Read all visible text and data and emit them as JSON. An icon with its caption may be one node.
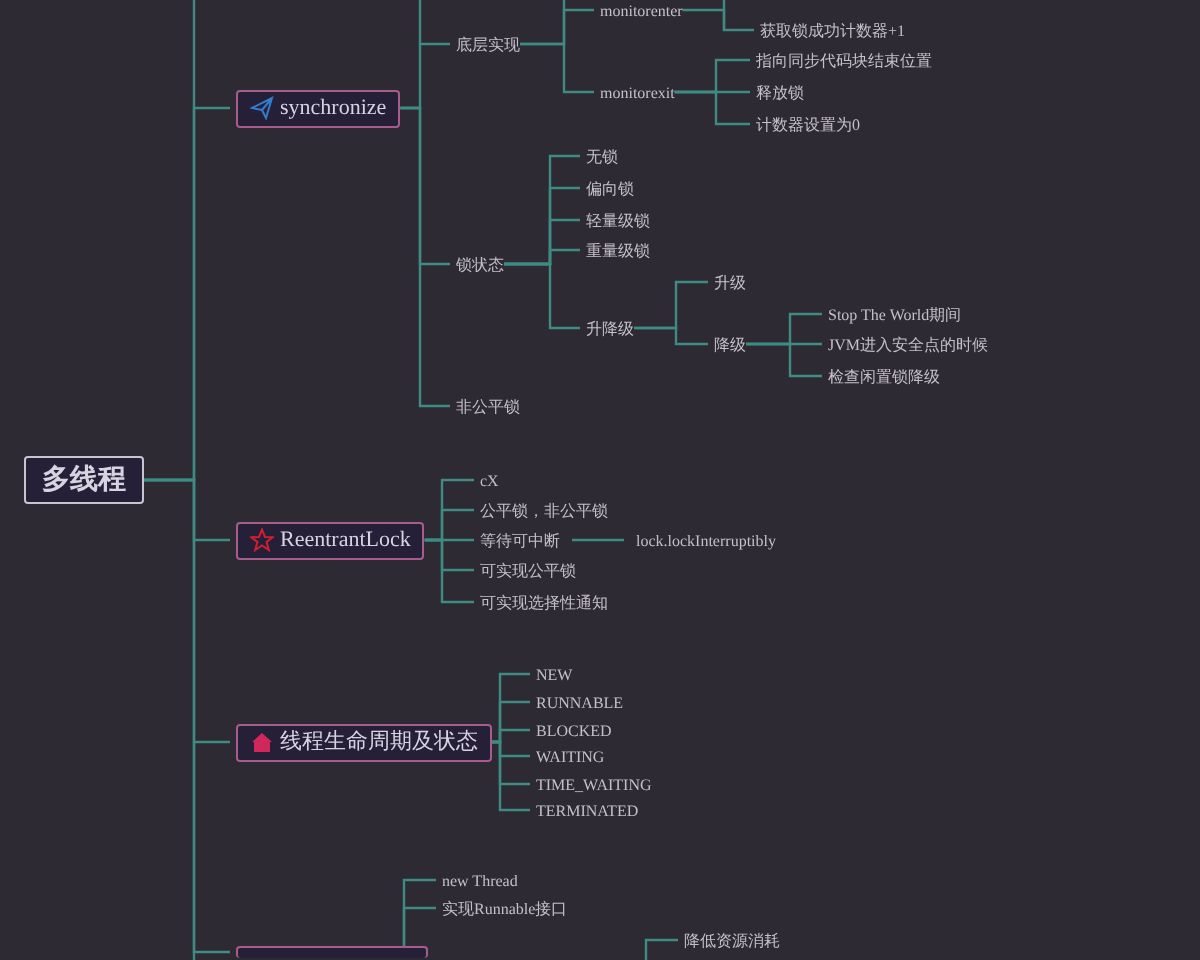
{
  "diagram": {
    "nodes": [
      {
        "text": [
          "多线程"
        ]
      },
      {
        "text": [
          "synchronize"
        ]
      },
      {
        "text": [
          "底层实现"
        ]
      },
      {
        "text": [
          "monitorenter"
        ]
      },
      {
        "text": [
          "获取锁成功计数器+1"
        ]
      },
      {
        "text": [
          "monitorexit"
        ]
      },
      {
        "text": [
          "指向同步代码块结束位置"
        ]
      },
      {
        "text": [
          "释放锁"
        ]
      },
      {
        "text": [
          "计数器设置为0"
        ]
      },
      {
        "text": [
          "锁状态"
        ]
      },
      {
        "text": [
          "无锁"
        ]
      },
      {
        "text": [
          "偏向锁"
        ]
      },
      {
        "text": [
          "轻量级锁"
        ]
      },
      {
        "text": [
          "重量级锁"
        ]
      },
      {
        "text": [
          "升降级"
        ]
      },
      {
        "text": [
          "升级"
        ]
      },
      {
        "text": [
          "降级"
        ]
      },
      {
        "text": [
          "Stop The World期间"
        ]
      },
      {
        "text": [
          "JVM进入安全点的时候"
        ]
      },
      {
        "text": [
          "检查闲置锁降级"
        ]
      },
      {
        "text": [
          "非公平锁"
        ]
      },
      {
        "text": [
          "ReentrantLock"
        ]
      },
      {
        "text": [
          "cX"
        ]
      },
      {
        "text": [
          "公平锁，非公平锁"
        ]
      },
      {
        "text": [
          "等待可中断"
        ]
      },
      {
        "text": [
          "lock.lockInterruptibly"
        ]
      },
      {
        "text": [
          "可实现公平锁"
        ]
      },
      {
        "text": [
          "可实现选择性通知"
        ]
      },
      {
        "text": [
          "线程生命周期及状态"
        ]
      },
      {
        "text": [
          "NEW"
        ]
      },
      {
        "text": [
          "RUNNABLE"
        ]
      },
      {
        "text": [
          "BLOCKED"
        ]
      },
      {
        "text": [
          "WAITING"
        ]
      },
      {
        "text": [
          "TIME_WAITING"
        ]
      },
      {
        "text": [
          "TERMINATED"
        ]
      },
      {
        "text": [],
        "shape": "box"
      },
      {
        "text": [
          "new Thread"
        ]
      },
      {
        "text": [
          "实现Runnable接口"
        ]
      },
      {
        "text": [
          "降低资源消耗"
        ]
      }
    ],
    "edges": [
      {
        "from": 0,
        "to": 1,
        "arrow": "none"
      },
      {
        "from": 1,
        "to": 2,
        "arrow": "none"
      },
      {
        "from": 2,
        "to": 3,
        "arrow": "none"
      },
      {
        "from": 3,
        "to": 4,
        "arrow": "none"
      },
      {
        "from": 2,
        "to": 5,
        "arrow": "none"
      },
      {
        "from": 5,
        "to": 6,
        "arrow": "none"
      },
      {
        "from": 5,
        "to": 7,
        "arrow": "none"
      },
      {
        "from": 5,
        "to": 8,
        "arrow": "none"
      },
      {
        "from": 1,
        "to": 9,
        "arrow": "none"
      },
      {
        "from": 9,
        "to": 10,
        "arrow": "none"
      },
      {
        "from": 9,
        "to": 11,
        "arrow": "none"
      },
      {
        "from": 9,
        "to": 12,
        "arrow": "none"
      },
      {
        "from": 9,
        "to": 13,
        "arrow": "none"
      },
      {
        "from": 9,
        "to": 14,
        "arrow": "none"
      },
      {
        "from": 14,
        "to": 15,
        "arrow": "none"
      },
      {
        "from": 14,
        "to": 16,
        "arrow": "none"
      },
      {
        "from": 16,
        "to": 17,
        "arrow": "none"
      },
      {
        "from": 16,
        "to": 18,
        "arrow": "none"
      },
      {
        "from": 16,
        "to": 19,
        "arrow": "none"
      },
      {
        "from": 1,
        "to": 20,
        "arrow": "none"
      },
      {
        "from": 0,
        "to": 21,
        "arrow": "none"
      },
      {
        "from": 21,
        "to": 22,
        "arrow": "none"
      },
      {
        "from": 21,
        "to": 23,
        "arrow": "none"
      },
      {
        "from": 21,
        "to": 24,
        "arrow": "none"
      },
      {
        "from": 24,
        "to": 25,
        "arrow": "none"
      },
      {
        "from": 21,
        "to": 26,
        "arrow": "none"
      },
      {
        "from": 21,
        "to": 27,
        "arrow": "none"
      },
      {
        "from": 0,
        "to": 28,
        "arrow": "none"
      },
      {
        "from": 28,
        "to": 29,
        "arrow": "none"
      },
      {
        "from": 28,
        "to": 30,
        "arrow": "none"
      },
      {
        "from": 28,
        "to": 31,
        "arrow": "none"
      },
      {
        "from": 28,
        "to": 32,
        "arrow": "none"
      },
      {
        "from": 28,
        "to": 33,
        "arrow": "none"
      },
      {
        "from": 28,
        "to": 34,
        "arrow": "none"
      },
      {
        "from": 0,
        "to": 35,
        "arrow": "none"
      },
      {
        "from": 35,
        "to": 36,
        "arrow": "none"
      },
      {
        "from": 35,
        "to": 37,
        "arrow": "none"
      },
      {
        "from": null,
        "to": 38,
        "arrow": "none"
      }
    ]
  }
}
